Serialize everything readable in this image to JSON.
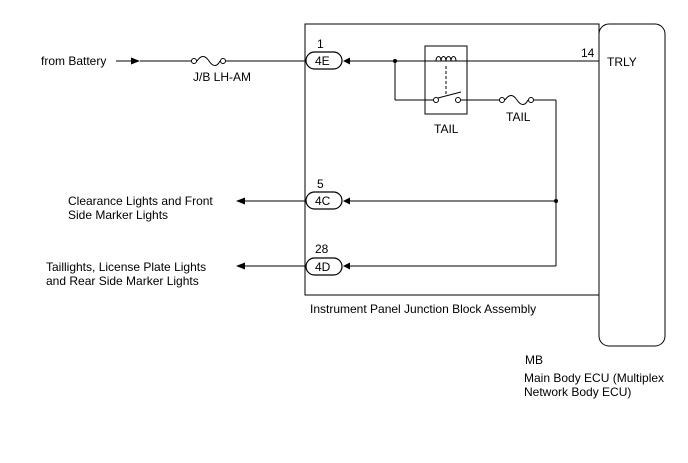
{
  "labels": {
    "from_battery": "from Battery",
    "jb_fuse": "J/B LH-AM",
    "relay_label": "TAIL",
    "fuse_label": "TAIL",
    "clearance_line1": "Clearance Lights and Front",
    "clearance_line2": "Side Marker Lights",
    "taillights_line1": "Taillights, License Plate Lights",
    "taillights_line2": "and Rear Side Marker Lights",
    "junction_block": "Instrument Panel Junction Block Assembly",
    "ecu_code": "MB",
    "ecu_name_line1": "Main Body ECU (Multiplex",
    "ecu_name_line2": "Network Body ECU)",
    "ecu_terminal_name": "TRLY"
  },
  "connectors": [
    {
      "id": "4E",
      "pin": "1"
    },
    {
      "id": "4C",
      "pin": "5"
    },
    {
      "id": "4D",
      "pin": "28"
    }
  ],
  "ecu_pin": "14"
}
